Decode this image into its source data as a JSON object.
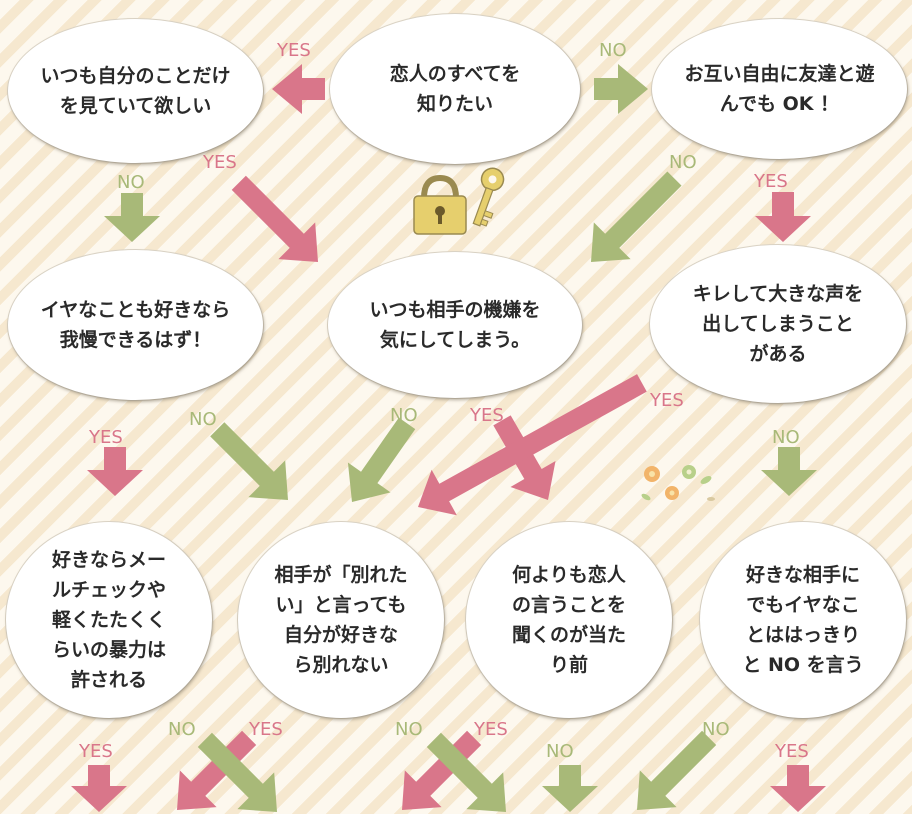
{
  "colors": {
    "yes_arrow": "#d9768a",
    "no_arrow": "#a8b978",
    "node_fill": "#ffffff",
    "text": "#2a2a2a"
  },
  "labels": {
    "yes": "YES",
    "no": "NO"
  },
  "decorations": [
    "padlock-icon",
    "key-icon",
    "flowers-icon"
  ],
  "nodes": {
    "start": "恋人のすべてを\n知りたい",
    "watch_me": "いつも自分のことだけ\nを見ていて欲しい",
    "free_friends": "お互い自由に友達と遊\nんでも OK ！",
    "endure": "イヤなことも好きなら\n我慢できるはず！",
    "mood": "いつも相手の機嫌を\n気にしてしまう。",
    "snap": "キレして大きな声を\n出してしまうこと\nがある",
    "violence": "好きならメー\nルチェックや\n軽くたたくく\nらいの暴力は\n許される",
    "no_breakup": "相手が「別れた\nい」と言っても\n自分が好きな\nら別れない",
    "obey": "何よりも恋人\nの言うことを\n聞くのが当た\nり前",
    "say_no": "好きな相手に\nでもイヤなこ\nとははっきり\nと NO を言う"
  }
}
